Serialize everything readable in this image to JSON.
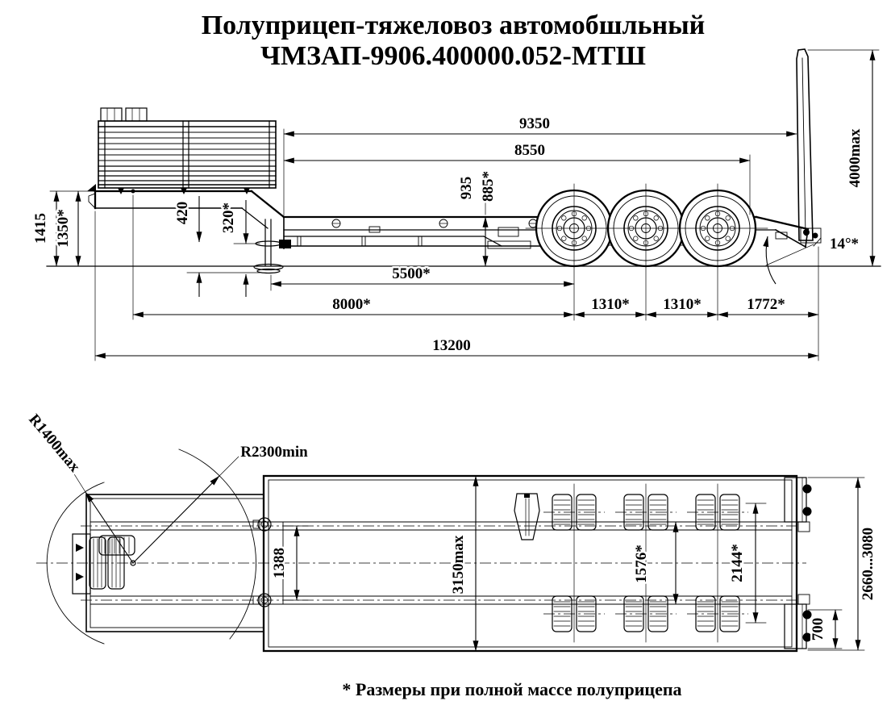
{
  "title": {
    "line1": "Полуприцеп-тяжеловоз автомобшльный",
    "line2": "ЧМЗАП-9906.400000.052-МТШ"
  },
  "footnote": "* Размеры при полной массе полуприцепа",
  "side_view": {
    "dims": {
      "overall_length": "13200",
      "frame_length": "9350",
      "platform_length": "8550",
      "kingpin_to_bogie": "8000*",
      "support_to_bogie": "5500*",
      "axle_spacing_1": "1310*",
      "axle_spacing_2": "1310*",
      "rear_overhang": "1772*",
      "load_height": "935",
      "load_height_laden": "885*",
      "step_height": "420",
      "step_height_laden": "320*",
      "front_height": "1415",
      "front_height_laden": "1350*",
      "ramp_height": "4000max",
      "ramp_angle": "14°*"
    }
  },
  "top_view": {
    "dims": {
      "beam_spacing": "1388",
      "overall_width": "3150max",
      "beam_track": "1576*",
      "wheel_track": "2144*",
      "ramp_track": "2660...3080",
      "ramp_width": "700",
      "front_radius": "R1400max",
      "turning_radius": "R2300min"
    }
  }
}
